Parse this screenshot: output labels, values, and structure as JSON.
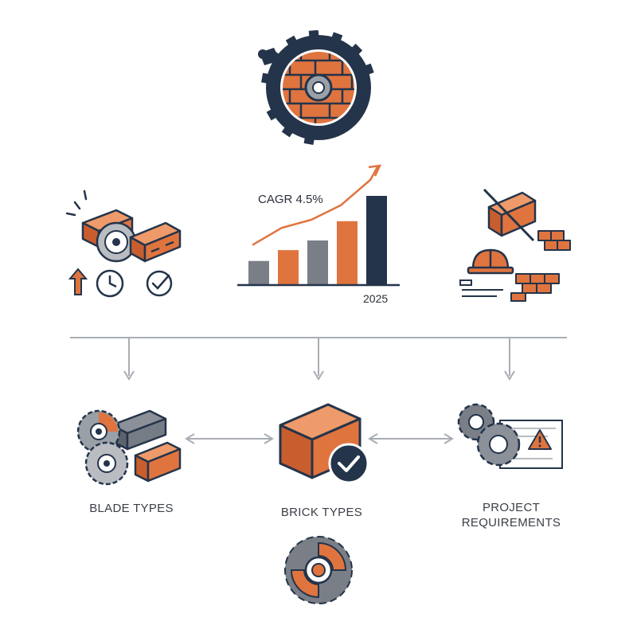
{
  "chart_data": {
    "type": "bar",
    "annotation": "CAGR 4.5%",
    "x_tick_labels": [
      "2025"
    ],
    "series_colors": [
      "#7a7f87",
      "#e0743f",
      "#7a7f87",
      "#e0743f",
      "#24344a"
    ],
    "values": [
      1.0,
      1.45,
      1.85,
      2.65,
      3.7
    ],
    "trend": "increasing",
    "grid": false
  },
  "nodes": [
    {
      "id": "blade-types",
      "lines": [
        "BLADE TYPES"
      ]
    },
    {
      "id": "brick-types",
      "lines": [
        "BRICK TYPES"
      ]
    },
    {
      "id": "project-requirements",
      "lines": [
        "PROJECT",
        "REQUIREMENTS"
      ]
    }
  ],
  "colors": {
    "navy": "#24344a",
    "orange": "#e0743f",
    "gray": "#7a7f87",
    "light_gray": "#b9bcc1",
    "line": "#a9adb3"
  },
  "icons": {
    "top": "brick-saw-blade-icon",
    "left_cluster": [
      "cutting-bricks-icon",
      "up-arrow-icon",
      "clock-icon",
      "check-circle-icon"
    ],
    "right_cluster": [
      "crossed-brick-icon",
      "hard-hat-icon",
      "brick-pile-icon",
      "document-icon"
    ],
    "bottom": "circular-blade-icon"
  }
}
